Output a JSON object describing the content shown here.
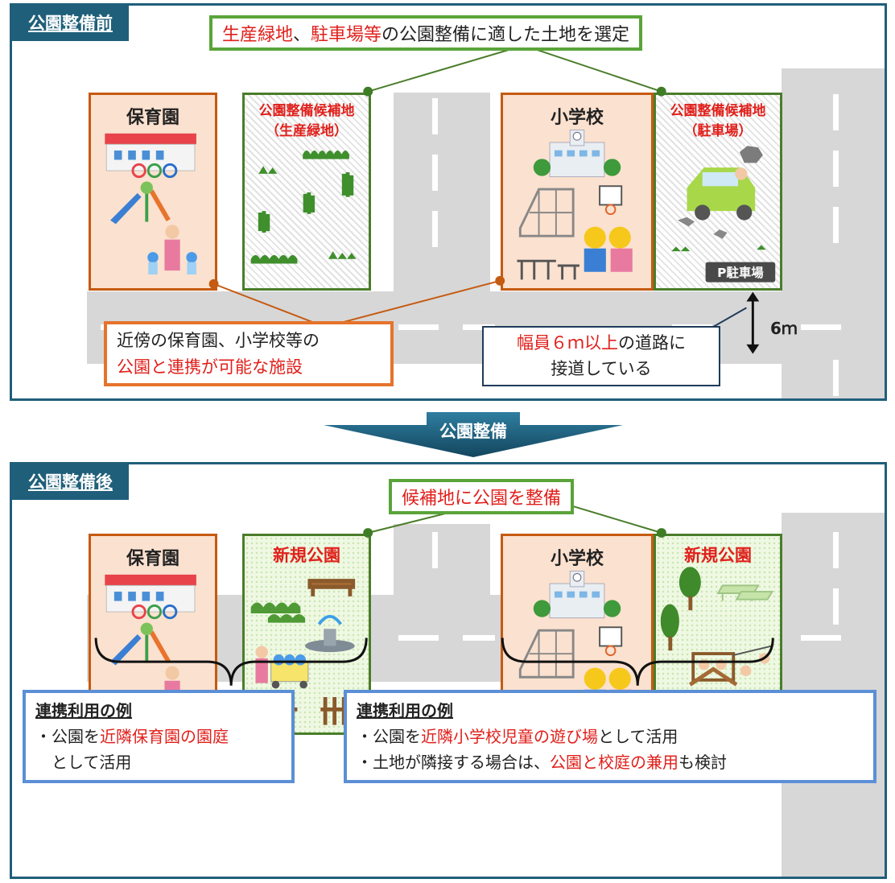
{
  "before": {
    "tag": "公園整備前",
    "top_callout": {
      "red1": "生産緑地",
      "sep": "、",
      "red2": "駐車場等",
      "rest": "の公園整備に適した土地を選定"
    },
    "nursery_title": "保育園",
    "candidate1_title": "公園整備候補地\n（生産緑地）",
    "school_title": "小学校",
    "candidate2_title": "公園整備候補地\n（駐車場）",
    "parking_sign": "P駐車場",
    "left_callout": {
      "line1": "近傍の保育園、小学校等の",
      "line2_red": "公園と連携が可能な施設"
    },
    "right_callout": {
      "red": "幅員６ｍ以上",
      "rest": "の道路に",
      "line2": "接道している"
    },
    "road_width_label": "6ｍ"
  },
  "transition_label": "公園整備",
  "after": {
    "tag": "公園整備後",
    "top_callout": "候補地に公園を整備",
    "nursery_title": "保育園",
    "park1_title": "新規公園",
    "school_title": "小学校",
    "park2_title": "新規公園",
    "left_example": {
      "heading": "連携利用の例",
      "line1_pre": "・公園を",
      "line1_red": "近隣保育園の園庭",
      "line2": "として活用"
    },
    "right_example": {
      "heading": "連携利用の例",
      "line1_pre": "・公園を",
      "line1_red": "近隣小学校児童の遊び場",
      "line1_post": "として活用",
      "line2_pre": "・土地が隣接する場合は、",
      "line2_red": "公園と校庭の兼用",
      "line2_post": "も検討"
    }
  },
  "colors": {
    "frame": "#1f5f7a",
    "facility": "#c55a11",
    "green": "#5aa43a",
    "orange": "#e5732c",
    "blue": "#5b8fd6",
    "red": "#e0201b"
  }
}
